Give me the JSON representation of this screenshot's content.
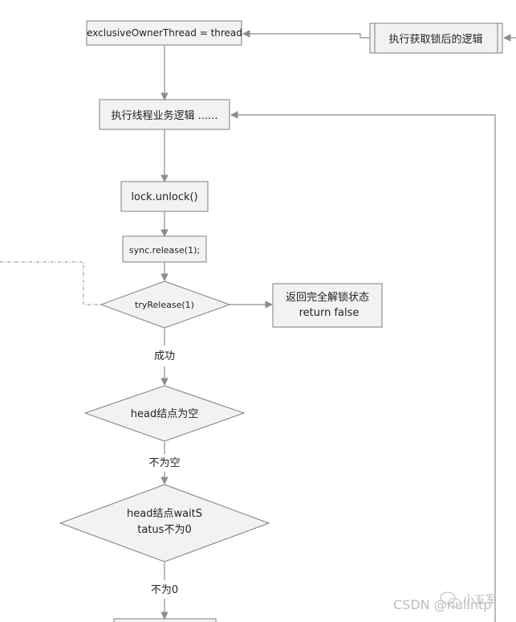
{
  "nodes": {
    "exclusive_owner": "exclusiveOwnerThread = thread",
    "after_lock": "执行获取锁后的逻辑",
    "business": "执行线程业务逻辑 ......",
    "unlock": "lock.unlock()",
    "release": "sync.release(1);",
    "try_release": "tryRelease(1)",
    "return_false_line1": "返回完全解锁状态",
    "return_false_line2": "return false",
    "head_empty": "head结点为空",
    "head_wait_line1": "head结点waitS",
    "head_wait_line2": "tatus不为0"
  },
  "edge_labels": {
    "success": "成功",
    "not_empty": "不为空",
    "not_zero": "不为0"
  },
  "watermark": {
    "brand": "小五军",
    "csdn": "CSDN @nullntp"
  },
  "colors": {
    "node_fill": "#f2f2f2",
    "node_stroke": "#7f7f7f",
    "edge": "#8c8c8c",
    "text": "#222222"
  }
}
